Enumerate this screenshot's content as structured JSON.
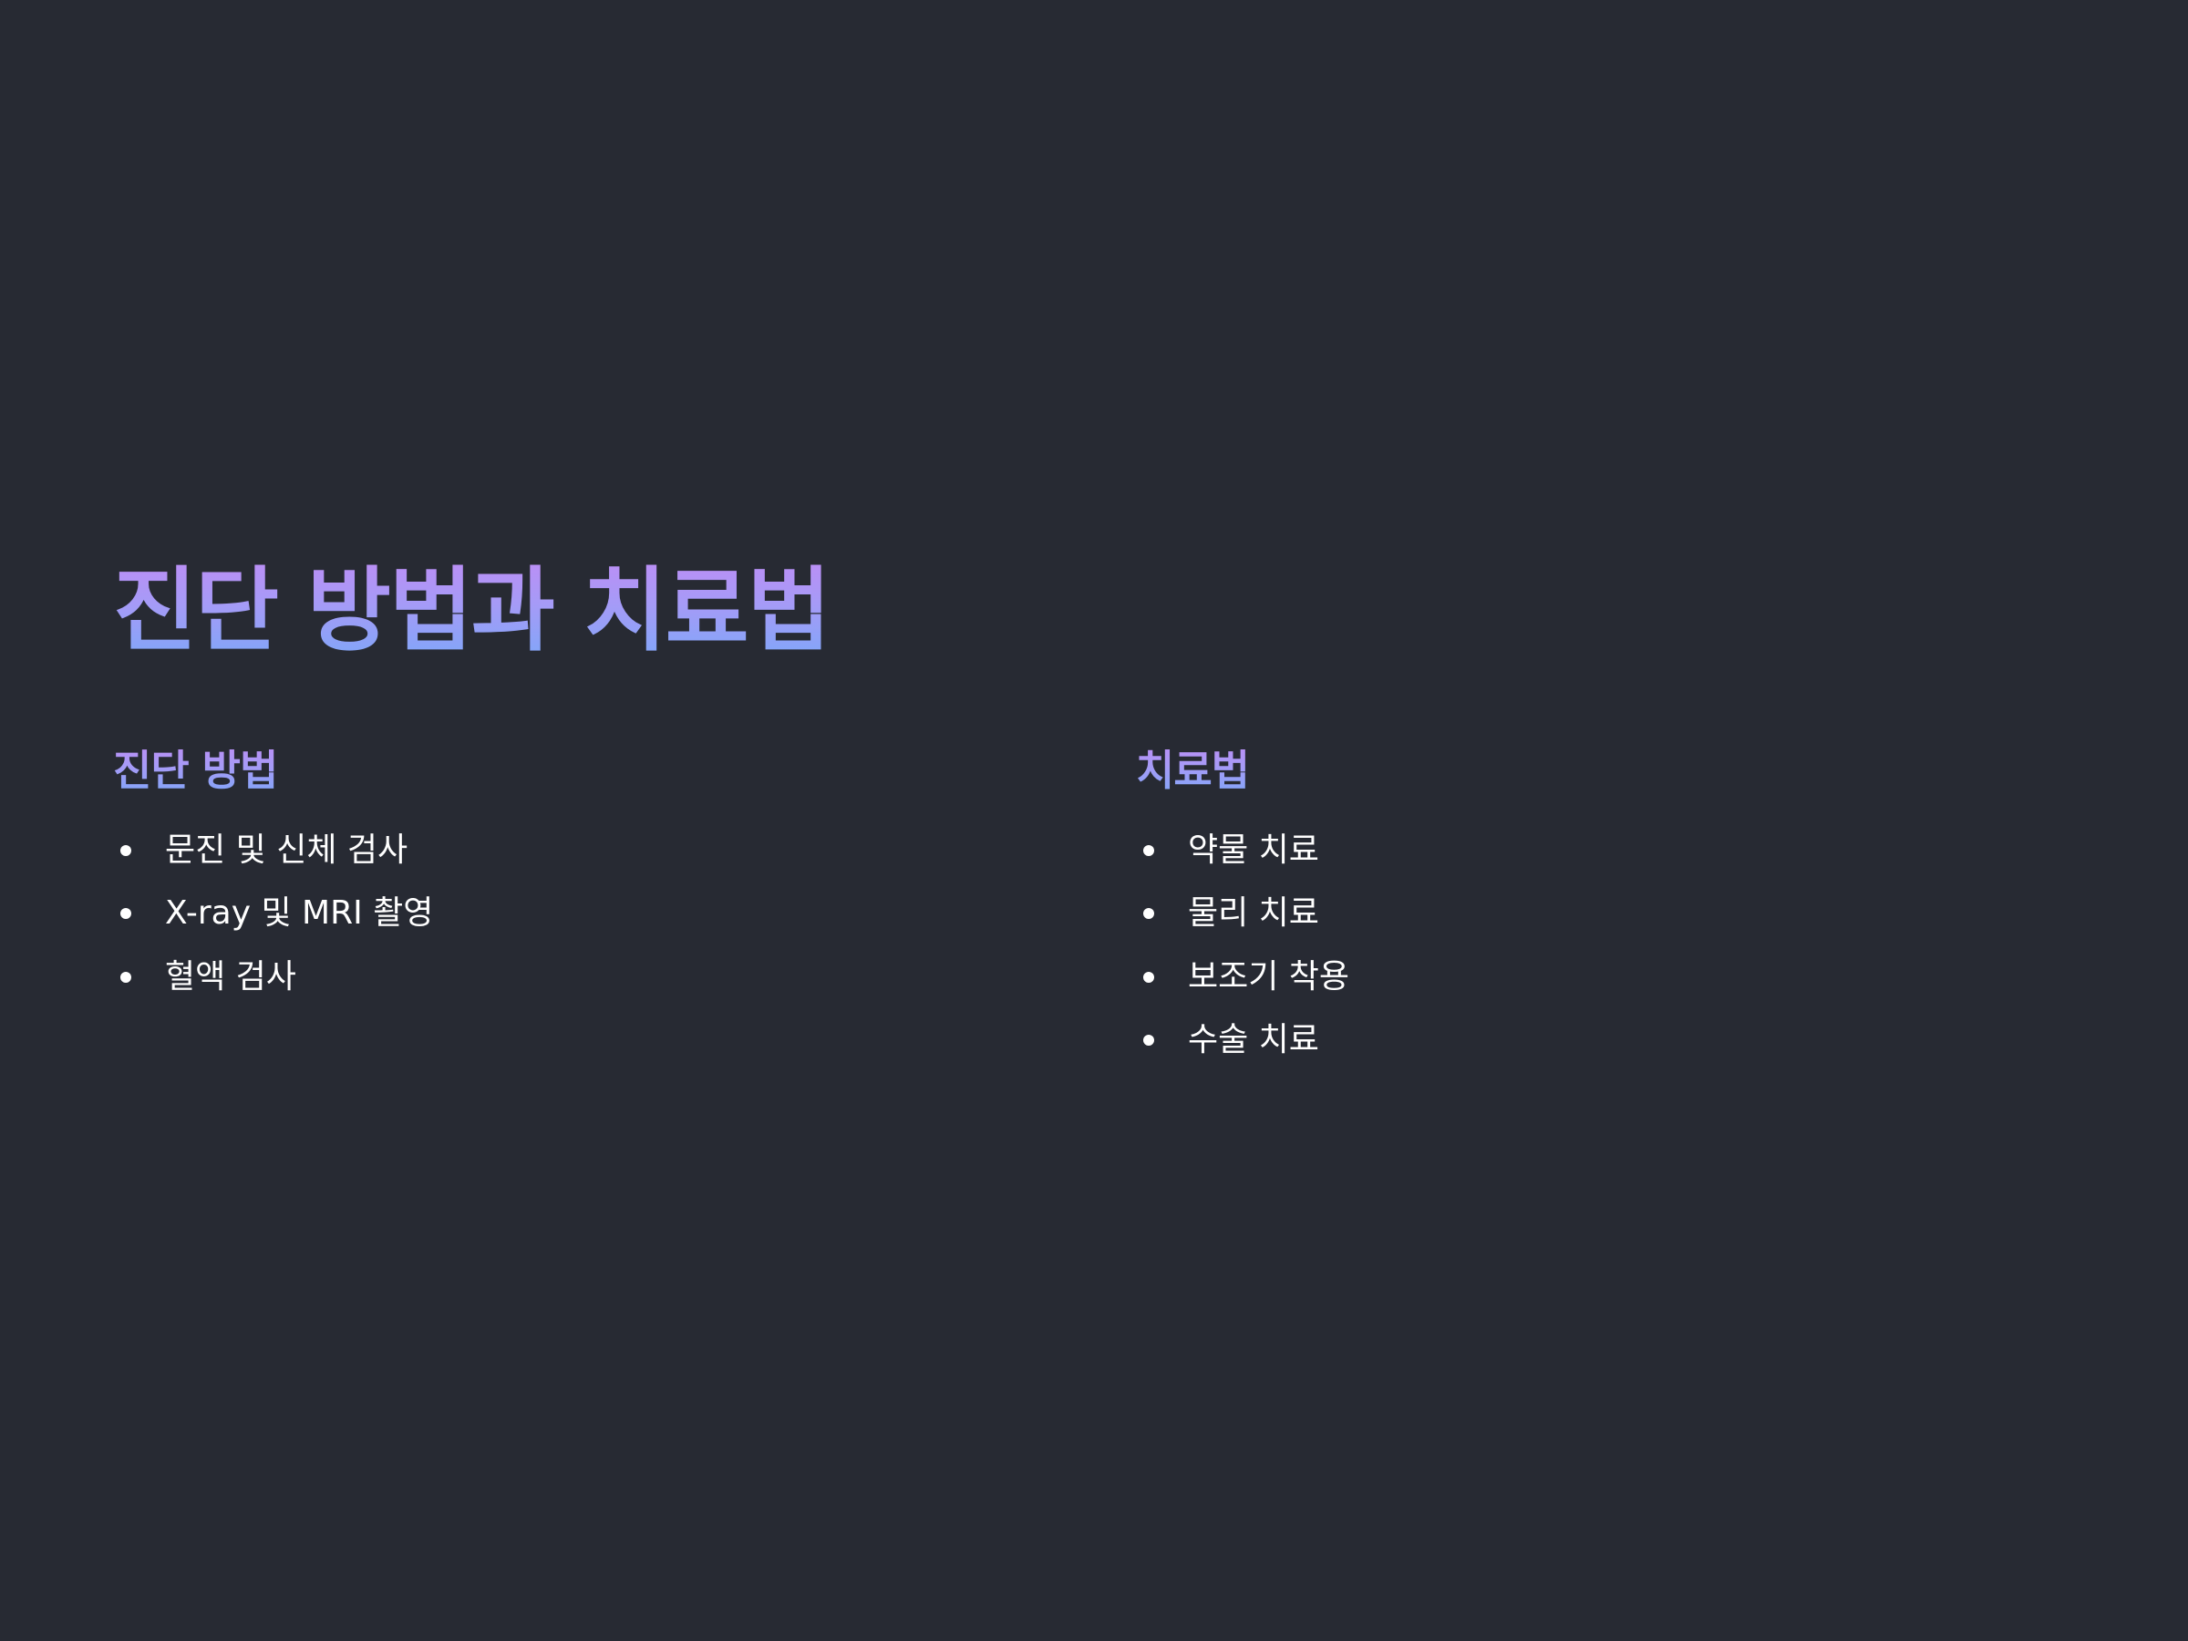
{
  "slide": {
    "title": "진단 방법과 치료법",
    "colors": {
      "background": "#272a33",
      "gradient_top": "#c08cf5",
      "gradient_bottom": "#79a8f8",
      "text": "#ffffff"
    },
    "left_column": {
      "heading": "진단 방법",
      "items": [
        "문진 및 신체 검사",
        "X-ray 및 MRI 촬영",
        "혈액 검사"
      ]
    },
    "right_column": {
      "heading": "치료법",
      "items": [
        "약물 치료",
        "물리 치료",
        "보조기 착용",
        "수술 치료"
      ]
    }
  }
}
